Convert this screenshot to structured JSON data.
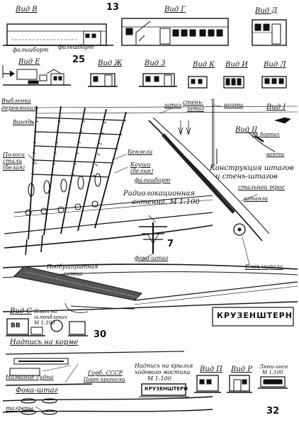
{
  "numbers": {
    "n13": "13",
    "n25": "25",
    "n7": "7",
    "n30": "30",
    "n32": "32"
  },
  "views": {
    "v": "Вид В",
    "g": "Вид Г",
    "d": "Вид Д",
    "e": "Вид Е",
    "zh": "Вид Ж",
    "z": "Вид З",
    "k": "Вид К",
    "i": "Вид И",
    "l": "Вид Л",
    "s": "Вид С",
    "p": "Вид П",
    "r": "Вид Р",
    "xi": "Вид I",
    "xii": "Вид II"
  },
  "labels": {
    "falshbort1": "фальшборт",
    "falshbort2": "фальшборт",
    "falshbort3": "фальшборт",
    "vybleshka": "Выбленка деревянная",
    "vyblenka_l1": "Выбленка",
    "vyblenka_l2": "деревянная",
    "vanty": "Ванты",
    "polosa_l1": "Полоса",
    "polosa_l2": "стали",
    "polosa_l3": "(белая)",
    "beykeli": "Бензели",
    "kuchi_l1": "Коуши",
    "kuchi_l2": "(белые)",
    "radio_l1": "Радиолокационная",
    "radio_l2": "антенна, М 1:100",
    "shtag": "штаг",
    "sten_l1": "стень-",
    "sten_l2": "штаг",
    "nochta": "ночта",
    "na_bortah": "на бортах",
    "vanty2": "ванты",
    "konstr_l1": "Конструкция штагов",
    "konstr_l2": "и стень-штагов",
    "stalnoy": "стальной трос",
    "shtanga": "штанга",
    "blok": "Блок нирала",
    "foka_shtag": "фока-штаг",
    "podbug_l1": "Подбушпритная",
    "podbug_l2": "сетка",
    "plot_l1": "Плот на",
    "plot_l2": "шлюпблоках",
    "plot_l3": "М 1:100",
    "nadpis_korme": "Надпись на корме",
    "nazvanie": "Название судна",
    "gorb_l1": "Горб. СССР",
    "port_l1": "Порт приписки",
    "foka_shtag2": "Фока-штаг",
    "talrepy": "талрепы",
    "nadpis_krylya_l1": "Надпись на крылья",
    "nadpis_krylya_l2": "ходового мостика",
    "nadpis_krylya_l3": "М 1:100",
    "lyuki_l1": "Люки-иксн",
    "lyuki_l2": "М 1:100"
  },
  "plates": {
    "hull": "КРУЗЕНШТЕРН",
    "bridge": "КРУЗЕНШТЕРН",
    "stern_bb": "ВВ"
  }
}
